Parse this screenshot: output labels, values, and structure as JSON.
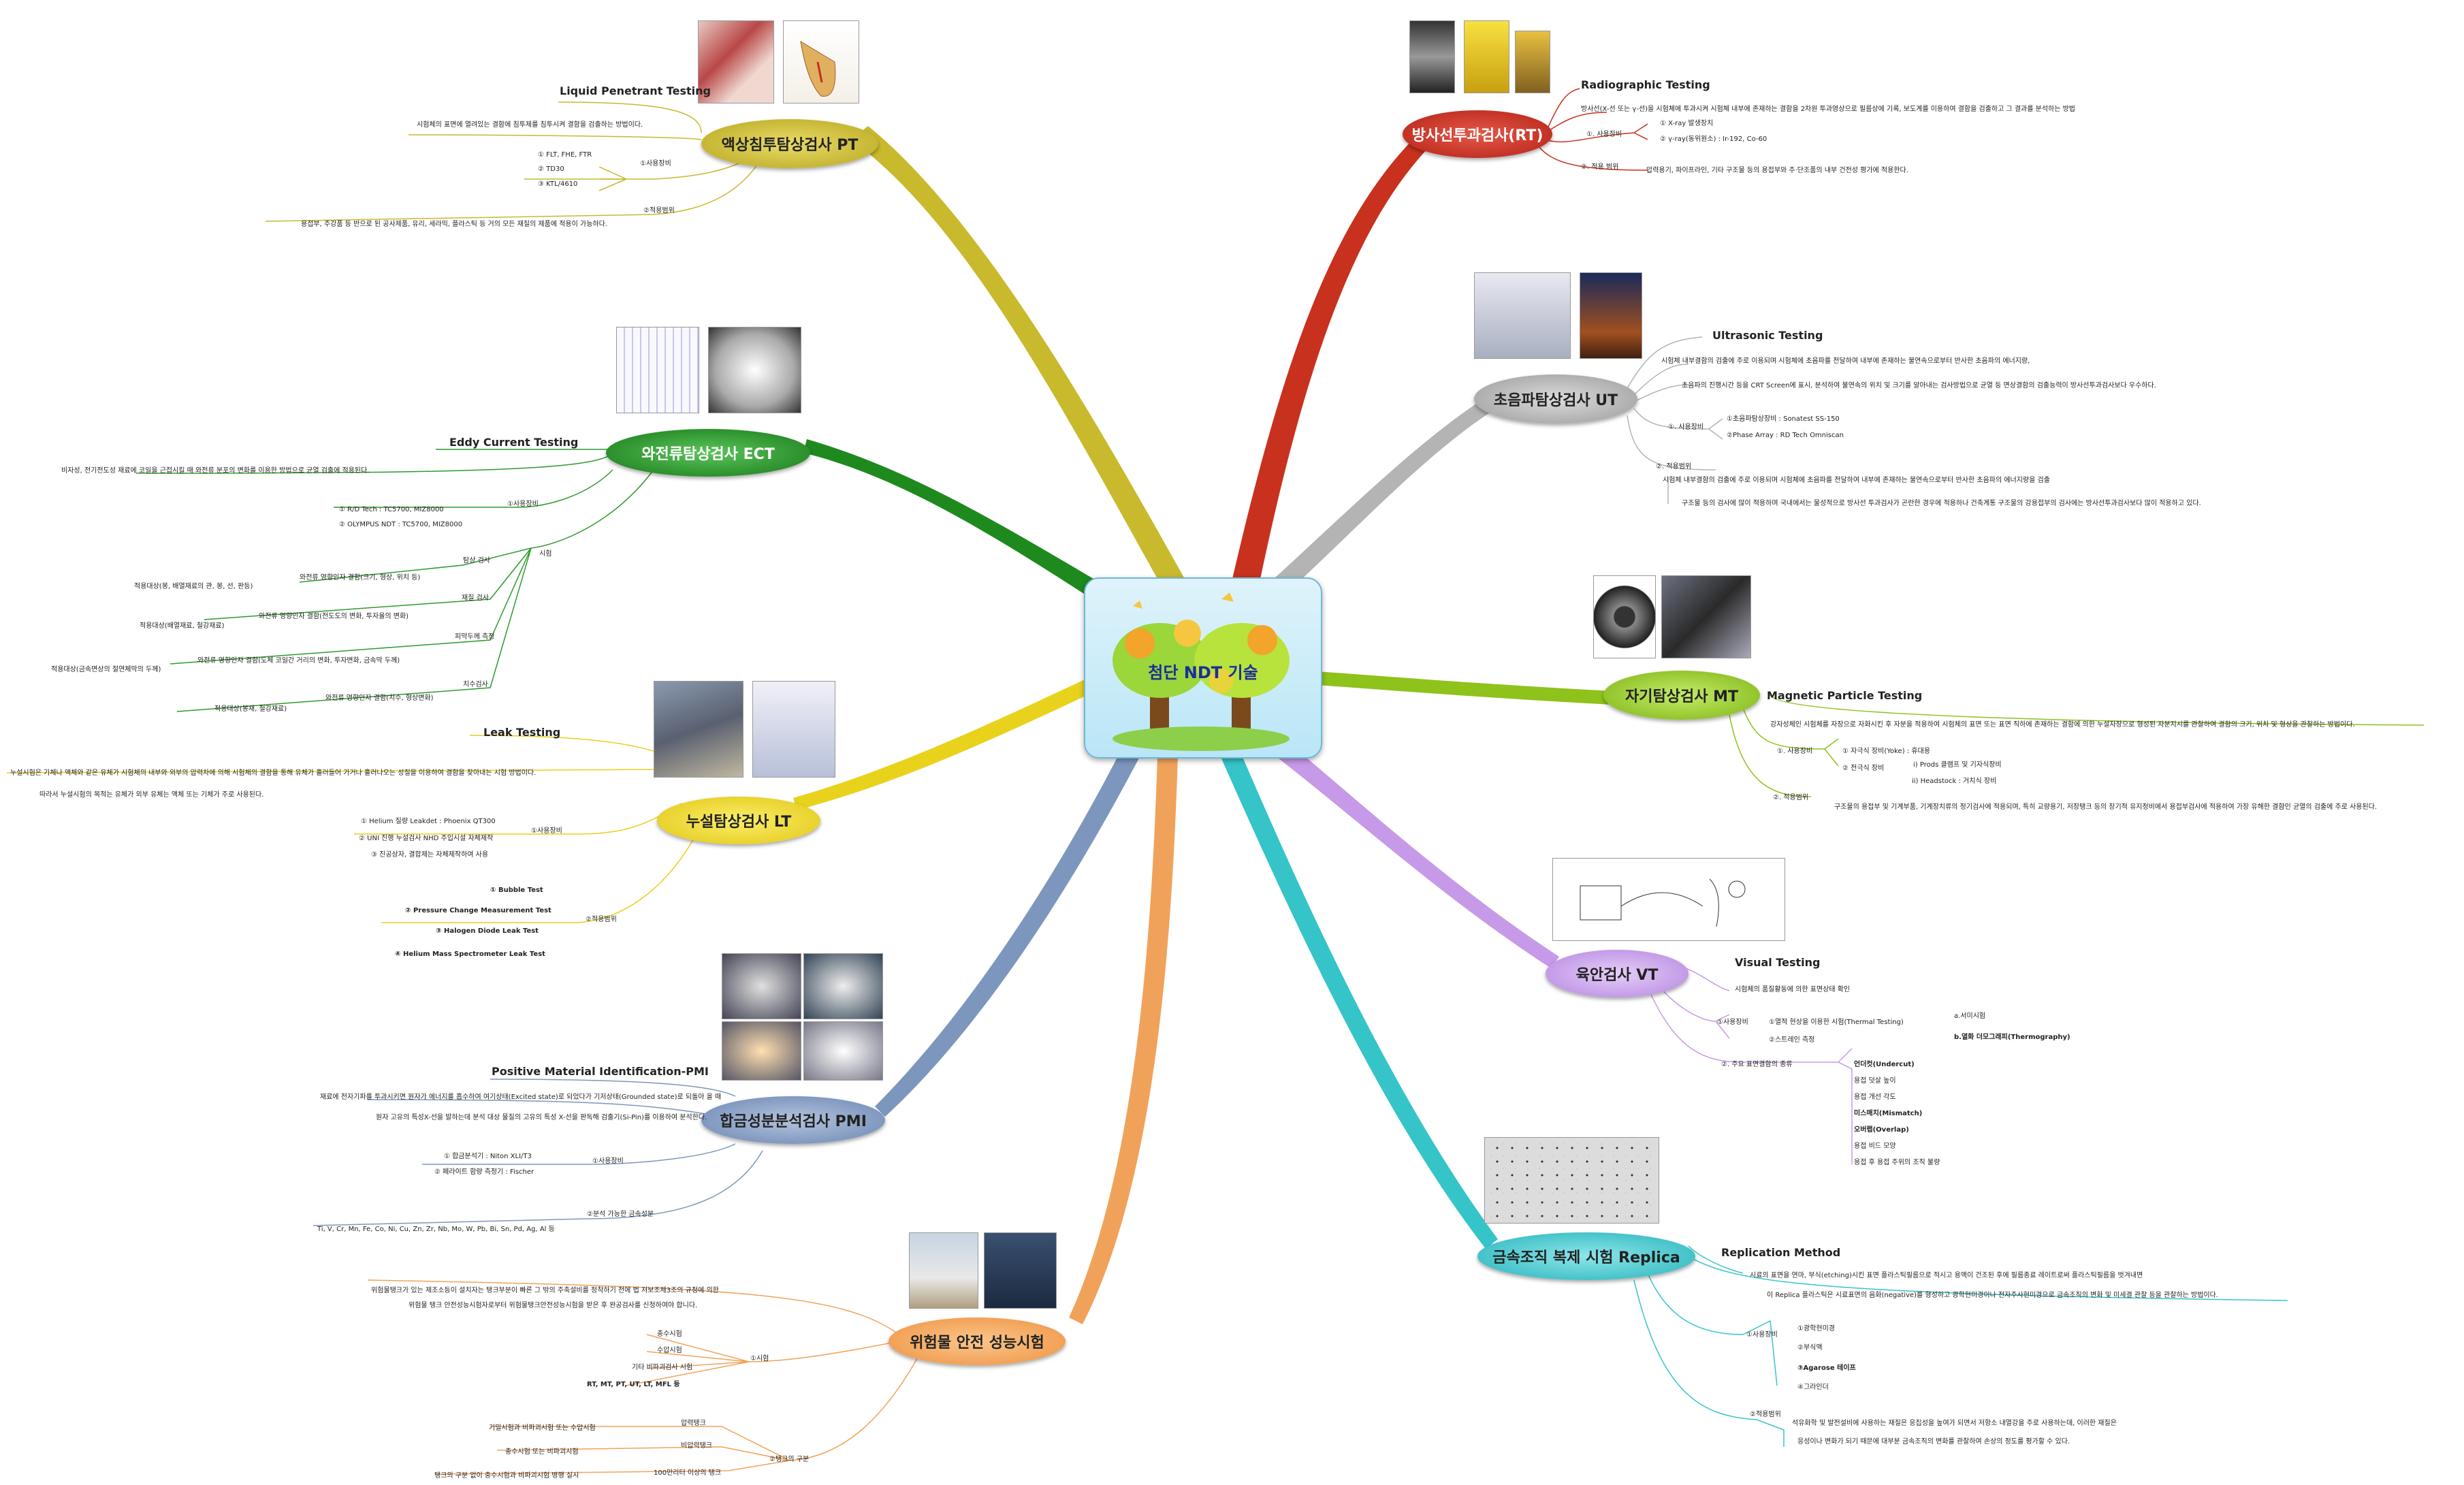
{
  "center": {
    "title": "첨단 NDT 기술"
  },
  "topics": {
    "pt": {
      "label": "액상침투탐상검사 PT",
      "eng": "Liquid Penetrant Testing",
      "desc": "시험체의 표면에 열려있는 결함에 침투제를 침투시켜 결함을 검출하는 방법이다.",
      "equip_label": "①사용장비",
      "equip": [
        "① FLT, FHE, FTR",
        "② TD30",
        "③ KTL/4610"
      ],
      "scope_label": "②적용범위",
      "scope": "용접부, 주강품 등 반으로 된 공사제품, 유리, 세라믹, 플라스틱 등 거의 모든 재질의 제품에 적용이 가능하다."
    },
    "ect": {
      "label": "와전류탐상검사 ECT",
      "eng": "Eddy Current Testing",
      "desc": "비자성, 전기전도성 재료에 코일을 근접시킬 때 와전류 분포의 변화를 이용한 방법으로 균열 검출에 적용된다.",
      "equip_label": "①사용장비",
      "equip": [
        "① R/D Tech : TC5700, MIZ8000",
        "② OLYMPUS NDT : TC5700, MIZ8000"
      ],
      "test_label": "시험",
      "tests": [
        {
          "name": "탐상 검사",
          "detail": "와전류 영향인자 결함(크기, 형상, 위치 등)",
          "target": "적용대상(봉, 배열재료의 관, 봉, 선, 판등)"
        },
        {
          "name": "재질 검사",
          "detail": "와전류 영향인자 결함(전도도의 변화, 투자율의 변화)",
          "target": "적용대상(배열재료, 철강재료)"
        },
        {
          "name": "피막두께 측정",
          "detail": "와전류 영향인자 결함(도체 코일간 거리의 변화, 투자변화, 금속막 두께)",
          "target": "적용대상(금속면상의 절연체막의 두께)"
        },
        {
          "name": "치수검사",
          "detail": "와전류 영향인자 결함(치수, 형상변화)",
          "target": "적용대상(봉재, 철강재료)"
        }
      ]
    },
    "lt": {
      "label": "누설탐상검사 LT",
      "eng": "Leak Testing",
      "desc1": "누설시험은 기체나 액체와 같은 유체가 시험체의 내부와 외부의 압력차에 의해 시험체의 결함을 통해 유체가 흘러들어 가거나 흘러나오는 성질을 이용하여 결함을 찾아내는 시험 방법이다.",
      "desc2": "따라서 누설시험의 목적는 유체가 외부 유체는 액체 또는 기체가 주로 사용된다.",
      "equip_label": "①사용장비",
      "equip": [
        "① Helium 질량 Leakdet : Phoenix QT300",
        "② UNI 진행 누설검사 NHD 주입시설 자체제작",
        "③ 진공상자, 결합제는 자체제작하여 사용"
      ],
      "scope_label": "②적용범위",
      "scope": [
        "① Bubble Test",
        "② Pressure Change Measurement Test",
        "③ Halogen Diode Leak Test",
        "④ Helium Mass Spectrometer Leak Test"
      ]
    },
    "pmi": {
      "label": "합금성분분석검사 PMI",
      "eng": "Positive Material Identification-PMI",
      "desc1": "재료에 전자기파를 투과시키면 원자가 에너지를 흡수하여 여기상태(Excited state)로 되었다가 기저상태(Grounded state)로 되돌아 올 때",
      "desc2": "원자 고유의 특성X-선을 발하는데 분석 대상 물질의 고유의 특성 X-선을 판독해 검출기(Si-Pin)를 이용하여 분석한다.",
      "equip_label": "①사용장비",
      "equip": [
        "① 합금분석기 : Niton XLI/T3",
        "② 페라이트 함량 측정기 : Fischer"
      ],
      "elements_label": "②분석 가능한 금속성분",
      "elements": "Ti, V, Cr, Mn, Fe, Co, Ni, Cu, Zn, Zr, Nb, Mo, W, Pb, Bi, Sn, Pd, Ag, Al 등"
    },
    "hazard": {
      "label": "위험물 안전 성능시험",
      "desc1": "위험물탱크가 있는 제조소등이 설치자는 탱크부분이 빠른 그 밖의 주축설비를 정착하기 전에 법 저보조제3조의 규정에 의한",
      "desc2": "위험물 탱크 안전성능시험자로부터 위험물탱크안전성능시험을 받은 후 완공검사를 신청하여야 합니다.",
      "test_label": "①시험",
      "tests": [
        "충수시험",
        "수압시험",
        "기타 비파괴검사 시험",
        "RT, MT, PT, UT, LT, MFL 등"
      ],
      "tank_label": "②탱크의 구분",
      "tanks": [
        {
          "name": "압력탱크",
          "desc": "기밀시험과 비파괴시험 또는 수압시험"
        },
        {
          "name": "비압력탱크",
          "desc": "충수시험 또는 비파괴시험"
        },
        {
          "name": "100만리터 이상의 탱크",
          "desc": "탱크의 구분 없이 충수시험과 비파괴시험 병행 실시"
        }
      ]
    },
    "rt": {
      "label": "방사선투과검사(RT)",
      "eng": "Radiographic Testing",
      "desc": "방사선(X-선 또는 γ-선)을 시험체에 투과시켜 시험체 내부에 존재하는 결함을 2차원 투과영상으로 필름상에 기록, 보도계를 이용하여 결함을 검출하고 그 결과를 분석하는 방법",
      "equip_label": "①. 사용장비",
      "equip": [
        "① X-ray 발생장치",
        "② γ-ray(동위원소) : Ir-192, Co-60"
      ],
      "scope_label": "②. 적용 범위",
      "scope": "압력용기, 파이프라인, 기타 구조물 등의 용접부와 주·단조품의 내부 건전성 평가에 적용한다."
    },
    "ut": {
      "label": "초음파탐상검사 UT",
      "eng": "Ultrasonic Testing",
      "desc1": "시험체 내부결함의 검출에 주로 이용되며 시험체에 초음파를 전달하여 내부에 존재하는 불연속으로부터 반사한 초음파의 에너지량,",
      "desc2": "초음파의 진행시간 등을 CRT Screen에 표시, 분석하여 불연속의 위치 및 크기를 알아내는 검사방법으로 균열 등 면상결함의 검출능력이 방사선투과검사보다 우수하다.",
      "equip_label": "①. 사용장비",
      "equip": [
        "①초음파탐상장비 : Sonatest SS-150",
        "②Phase Array : RD Tech Omniscan"
      ],
      "scope_label": "②. 적용범위",
      "scope1": "시험체 내부결함의 검출에 주로 이용되며 시험체에 초음파를 전달하여 내부에 존재하는 불연속으로부터 반사한 초음파의 에너지량을 검출",
      "scope2": "구조물 등의 검사에 많이 적용하며 국내에서는 물성적으로 방사선 투과검사가 곤란한 경우에 적용하나 건축계통 구조물의 강용접부의 검사에는 방사선투과검사보다 많이 적용하고 있다."
    },
    "mt": {
      "label": "자기탐상검사 MT",
      "eng": "Magnetic Particle Testing",
      "desc": "강자성체인 시험체를 자장으로 자화시킨 후 자분을 적용하여 시험체의 표면 또는 표면 직하에 존재하는 결함에 의한 누설자장으로 형성된 자분지시를 관찰하여 결함의 크기, 위치 및 형상을 관찰하는 방법이다.",
      "equip_label": "①. 사용장비",
      "equip": [
        "① 자극식 장비(Yoke) : 휴대용",
        "② 전극식 장비"
      ],
      "equip_sub": [
        "i) Prods 클램프 및 기자식장비",
        "ii) Headstock : 거치식 장비"
      ],
      "scope_label": "②. 적용범위",
      "scope": "구조물의 용접부 및 기계부품, 기계장치류의 정기검사에 적용되며, 특히 교량용기, 저장탱크 등의 장기적 유지정비에서 용접부검사에 적용하여 가장 유해한 결함인 균열의 검출에 주로 사용된다."
    },
    "vt": {
      "label": "육안검사 VT",
      "eng": "Visual Testing",
      "desc": "시험체의 품질활동에 의한 표면상태 확인",
      "equip_label": "①사용장비",
      "equip": [
        "①열적 현상을 이용한 시험(Thermal Testing)",
        "②스트레인 측정"
      ],
      "thermal": [
        "a.서미시험",
        "b.열화 더모그래피(Thermography)"
      ],
      "defect_label": "②. 주요 표면결함의 종류",
      "defects": [
        "언더컷(Undercut)",
        "용접 덧살 높이",
        "용접 개선 각도",
        "미스매치(Mismatch)",
        "오버랩(Overlap)",
        "용접 비드 모양",
        "용접 후 용접 주위의 조직 불량"
      ]
    },
    "replica": {
      "label": "금속조직 복제 시험 Replica",
      "eng": "Replication Method",
      "desc1": "시료의 표면을 연마, 부식(etching)시킨 표면 플라스틱필름으로 적시고 용액이 건조된 후에 필름종료 레이트로써 플라스틱필름을 벗겨내면",
      "desc2": "이 Replica 플라스틱은 시료표면의 음화(negative)를 형성하고 광학현미경이나 전자주사현미경으로 금속조직의 변화 및 미세결 관찰 등을 관찰하는 방법이다.",
      "equip_label": "①사용장비",
      "equip": [
        "①광학현미경",
        "②부식액",
        "③Agarose 테이프",
        "④그라인더"
      ],
      "scope_label": "②적용범위",
      "scope1": "석유화학 및 발전설비에 사용하는 재질은 응집성을 높여가 되면서 저항소 내열강을 주로 사용하는데, 이러한 재질은",
      "scope2": "응성이나 변화가 되기 때문에 대부분 금속조직의 변화를 관찰하여 손상의 정도를 평가할 수 있다."
    }
  },
  "colors": {
    "pt": "#c9b92c",
    "ect": "#2e9a2e",
    "lt": "#e8cf1c",
    "pmi": "#7d96bd",
    "hazard": "#f1a25a",
    "rt": "#c8311e",
    "ut": "#b4b4b4",
    "mt": "#8fc21b",
    "vt": "#c69ae8",
    "replica": "#35c4c8"
  }
}
